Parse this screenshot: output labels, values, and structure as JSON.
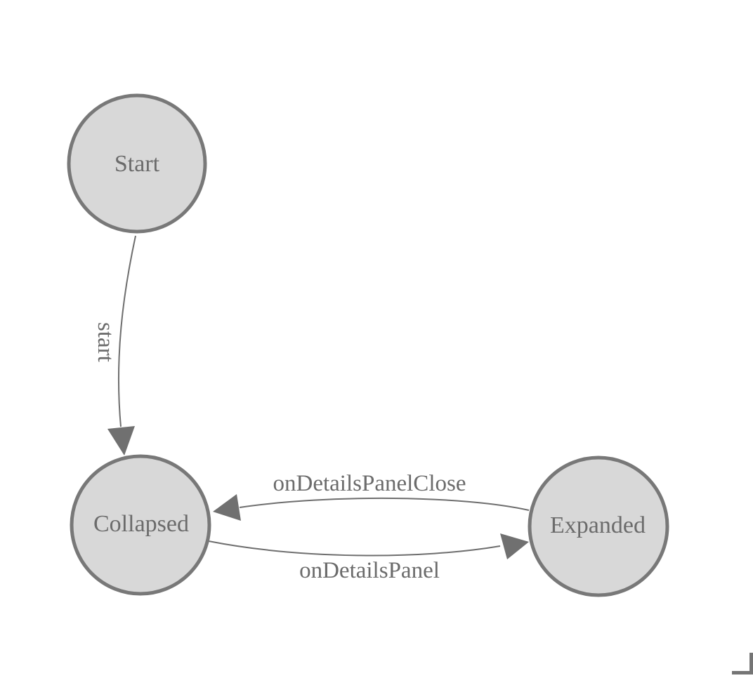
{
  "diagram": {
    "type": "state-machine",
    "nodes": [
      {
        "id": "Start",
        "label": "Start"
      },
      {
        "id": "Collapsed",
        "label": "Collapsed"
      },
      {
        "id": "Expanded",
        "label": "Expanded"
      }
    ],
    "edges": [
      {
        "from": "Start",
        "to": "Collapsed",
        "label": "start"
      },
      {
        "from": "Expanded",
        "to": "Collapsed",
        "label": "onDetailsPanelClose"
      },
      {
        "from": "Collapsed",
        "to": "Expanded",
        "label": "onDetailsPanel"
      }
    ],
    "colors": {
      "node_fill": "#d8d8d8",
      "node_border": "#787878",
      "label_text": "#6b6b6b",
      "edge_stroke": "#6e6e6e",
      "arrowhead": "#707070",
      "corner_mark": "#757575",
      "background": "#ffffff"
    }
  }
}
